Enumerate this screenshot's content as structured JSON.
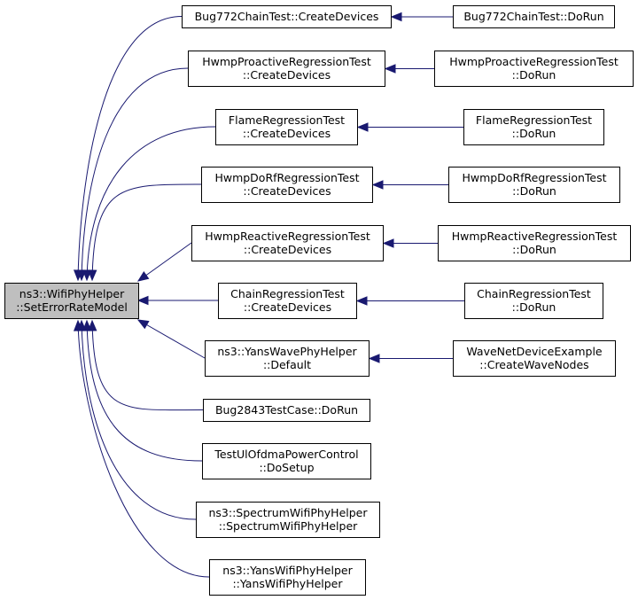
{
  "colors": {
    "edge": "#191970",
    "focus_fill": "#bfbfbf",
    "node_fill": "#ffffff",
    "border": "#000000"
  },
  "focus": {
    "id": "root",
    "lines": [
      "ns3::WifiPhyHelper",
      "::SetErrorRateModel"
    ]
  },
  "callers": [
    {
      "id": "bug772-create",
      "lines": [
        "Bug772ChainTest::CreateDevices"
      ]
    },
    {
      "id": "hwmp-proactive-create",
      "lines": [
        "HwmpProactiveRegressionTest",
        "::CreateDevices"
      ]
    },
    {
      "id": "flame-create",
      "lines": [
        "FlameRegressionTest",
        "::CreateDevices"
      ]
    },
    {
      "id": "hwmp-dorf-create",
      "lines": [
        "HwmpDoRfRegressionTest",
        "::CreateDevices"
      ]
    },
    {
      "id": "hwmp-reactive-create",
      "lines": [
        "HwmpReactiveRegressionTest",
        "::CreateDevices"
      ]
    },
    {
      "id": "chain-create",
      "lines": [
        "ChainRegressionTest",
        "::CreateDevices"
      ]
    },
    {
      "id": "yanswave-default",
      "lines": [
        "ns3::YansWavePhyHelper",
        "::Default"
      ]
    },
    {
      "id": "bug2843-dorun",
      "lines": [
        "Bug2843TestCase::DoRun"
      ]
    },
    {
      "id": "ulofdma-setup",
      "lines": [
        "TestUlOfdmaPowerControl",
        "::DoSetup"
      ]
    },
    {
      "id": "spectrum-ctor",
      "lines": [
        "ns3::SpectrumWifiPhyHelper",
        "::SpectrumWifiPhyHelper"
      ]
    },
    {
      "id": "yanswifi-ctor",
      "lines": [
        "ns3::YansWifiPhyHelper",
        "::YansWifiPhyHelper"
      ]
    }
  ],
  "second_callers": [
    {
      "id": "bug772-dorun",
      "calls": "bug772-create",
      "lines": [
        "Bug772ChainTest::DoRun"
      ]
    },
    {
      "id": "hwmp-proactive-dorun",
      "calls": "hwmp-proactive-create",
      "lines": [
        "HwmpProactiveRegressionTest",
        "::DoRun"
      ]
    },
    {
      "id": "flame-dorun",
      "calls": "flame-create",
      "lines": [
        "FlameRegressionTest",
        "::DoRun"
      ]
    },
    {
      "id": "hwmp-dorf-dorun",
      "calls": "hwmp-dorf-create",
      "lines": [
        "HwmpDoRfRegressionTest",
        "::DoRun"
      ]
    },
    {
      "id": "hwmp-reactive-dorun",
      "calls": "hwmp-reactive-create",
      "lines": [
        "HwmpReactiveRegressionTest",
        "::DoRun"
      ]
    },
    {
      "id": "chain-dorun",
      "calls": "chain-create",
      "lines": [
        "ChainRegressionTest",
        "::DoRun"
      ]
    },
    {
      "id": "wave-create-nodes",
      "calls": "yanswave-default",
      "lines": [
        "WaveNetDeviceExample",
        "::CreateWaveNodes"
      ]
    }
  ]
}
